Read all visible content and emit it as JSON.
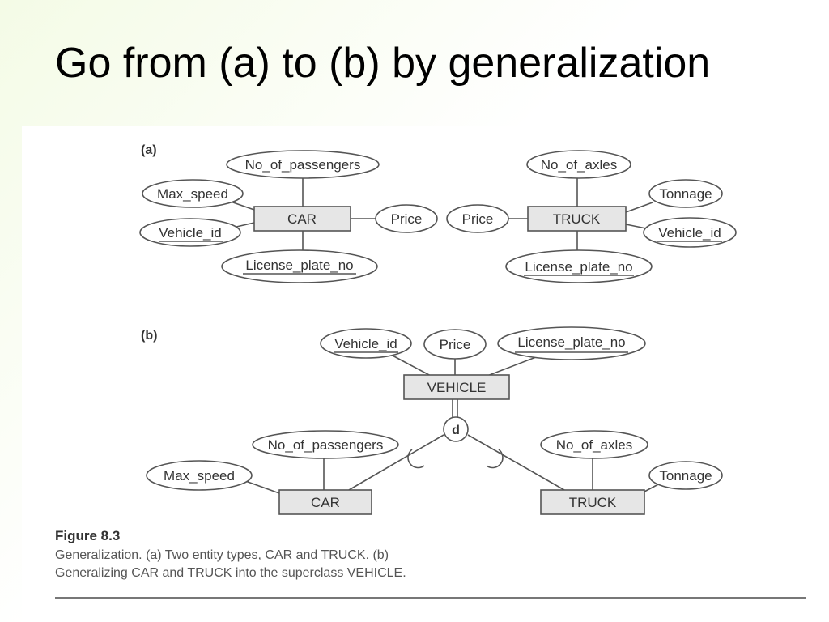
{
  "slide": {
    "title": "Go from (a) to (b) by generalization"
  },
  "diagram": {
    "part_a": {
      "label": "(a)",
      "car": {
        "entity": "CAR",
        "attributes": {
          "no_of_passengers": "No_of_passengers",
          "max_speed": "Max_speed",
          "vehicle_id": "Vehicle_id",
          "license_plate_no": "License_plate_no",
          "price": "Price"
        },
        "key_attributes": [
          "Vehicle_id",
          "License_plate_no"
        ]
      },
      "truck": {
        "entity": "TRUCK",
        "attributes": {
          "no_of_axles": "No_of_axles",
          "tonnage": "Tonnage",
          "vehicle_id": "Vehicle_id",
          "license_plate_no": "License_plate_no",
          "price": "Price"
        },
        "key_attributes": [
          "Vehicle_id",
          "License_plate_no"
        ]
      }
    },
    "part_b": {
      "label": "(b)",
      "vehicle": {
        "entity": "VEHICLE",
        "attributes": {
          "vehicle_id": "Vehicle_id",
          "price": "Price",
          "license_plate_no": "License_plate_no"
        },
        "key_attributes": [
          "Vehicle_id",
          "License_plate_no"
        ]
      },
      "disjointness": "d",
      "car": {
        "entity": "CAR",
        "attributes": {
          "no_of_passengers": "No_of_passengers",
          "max_speed": "Max_speed"
        }
      },
      "truck": {
        "entity": "TRUCK",
        "attributes": {
          "no_of_axles": "No_of_axles",
          "tonnage": "Tonnage"
        }
      }
    }
  },
  "caption": {
    "title": "Figure 8.3",
    "lines": [
      "Generalization. (a) Two entity types, CAR and TRUCK. (b)",
      "Generalizing CAR and TRUCK into the superclass VEHICLE."
    ]
  }
}
